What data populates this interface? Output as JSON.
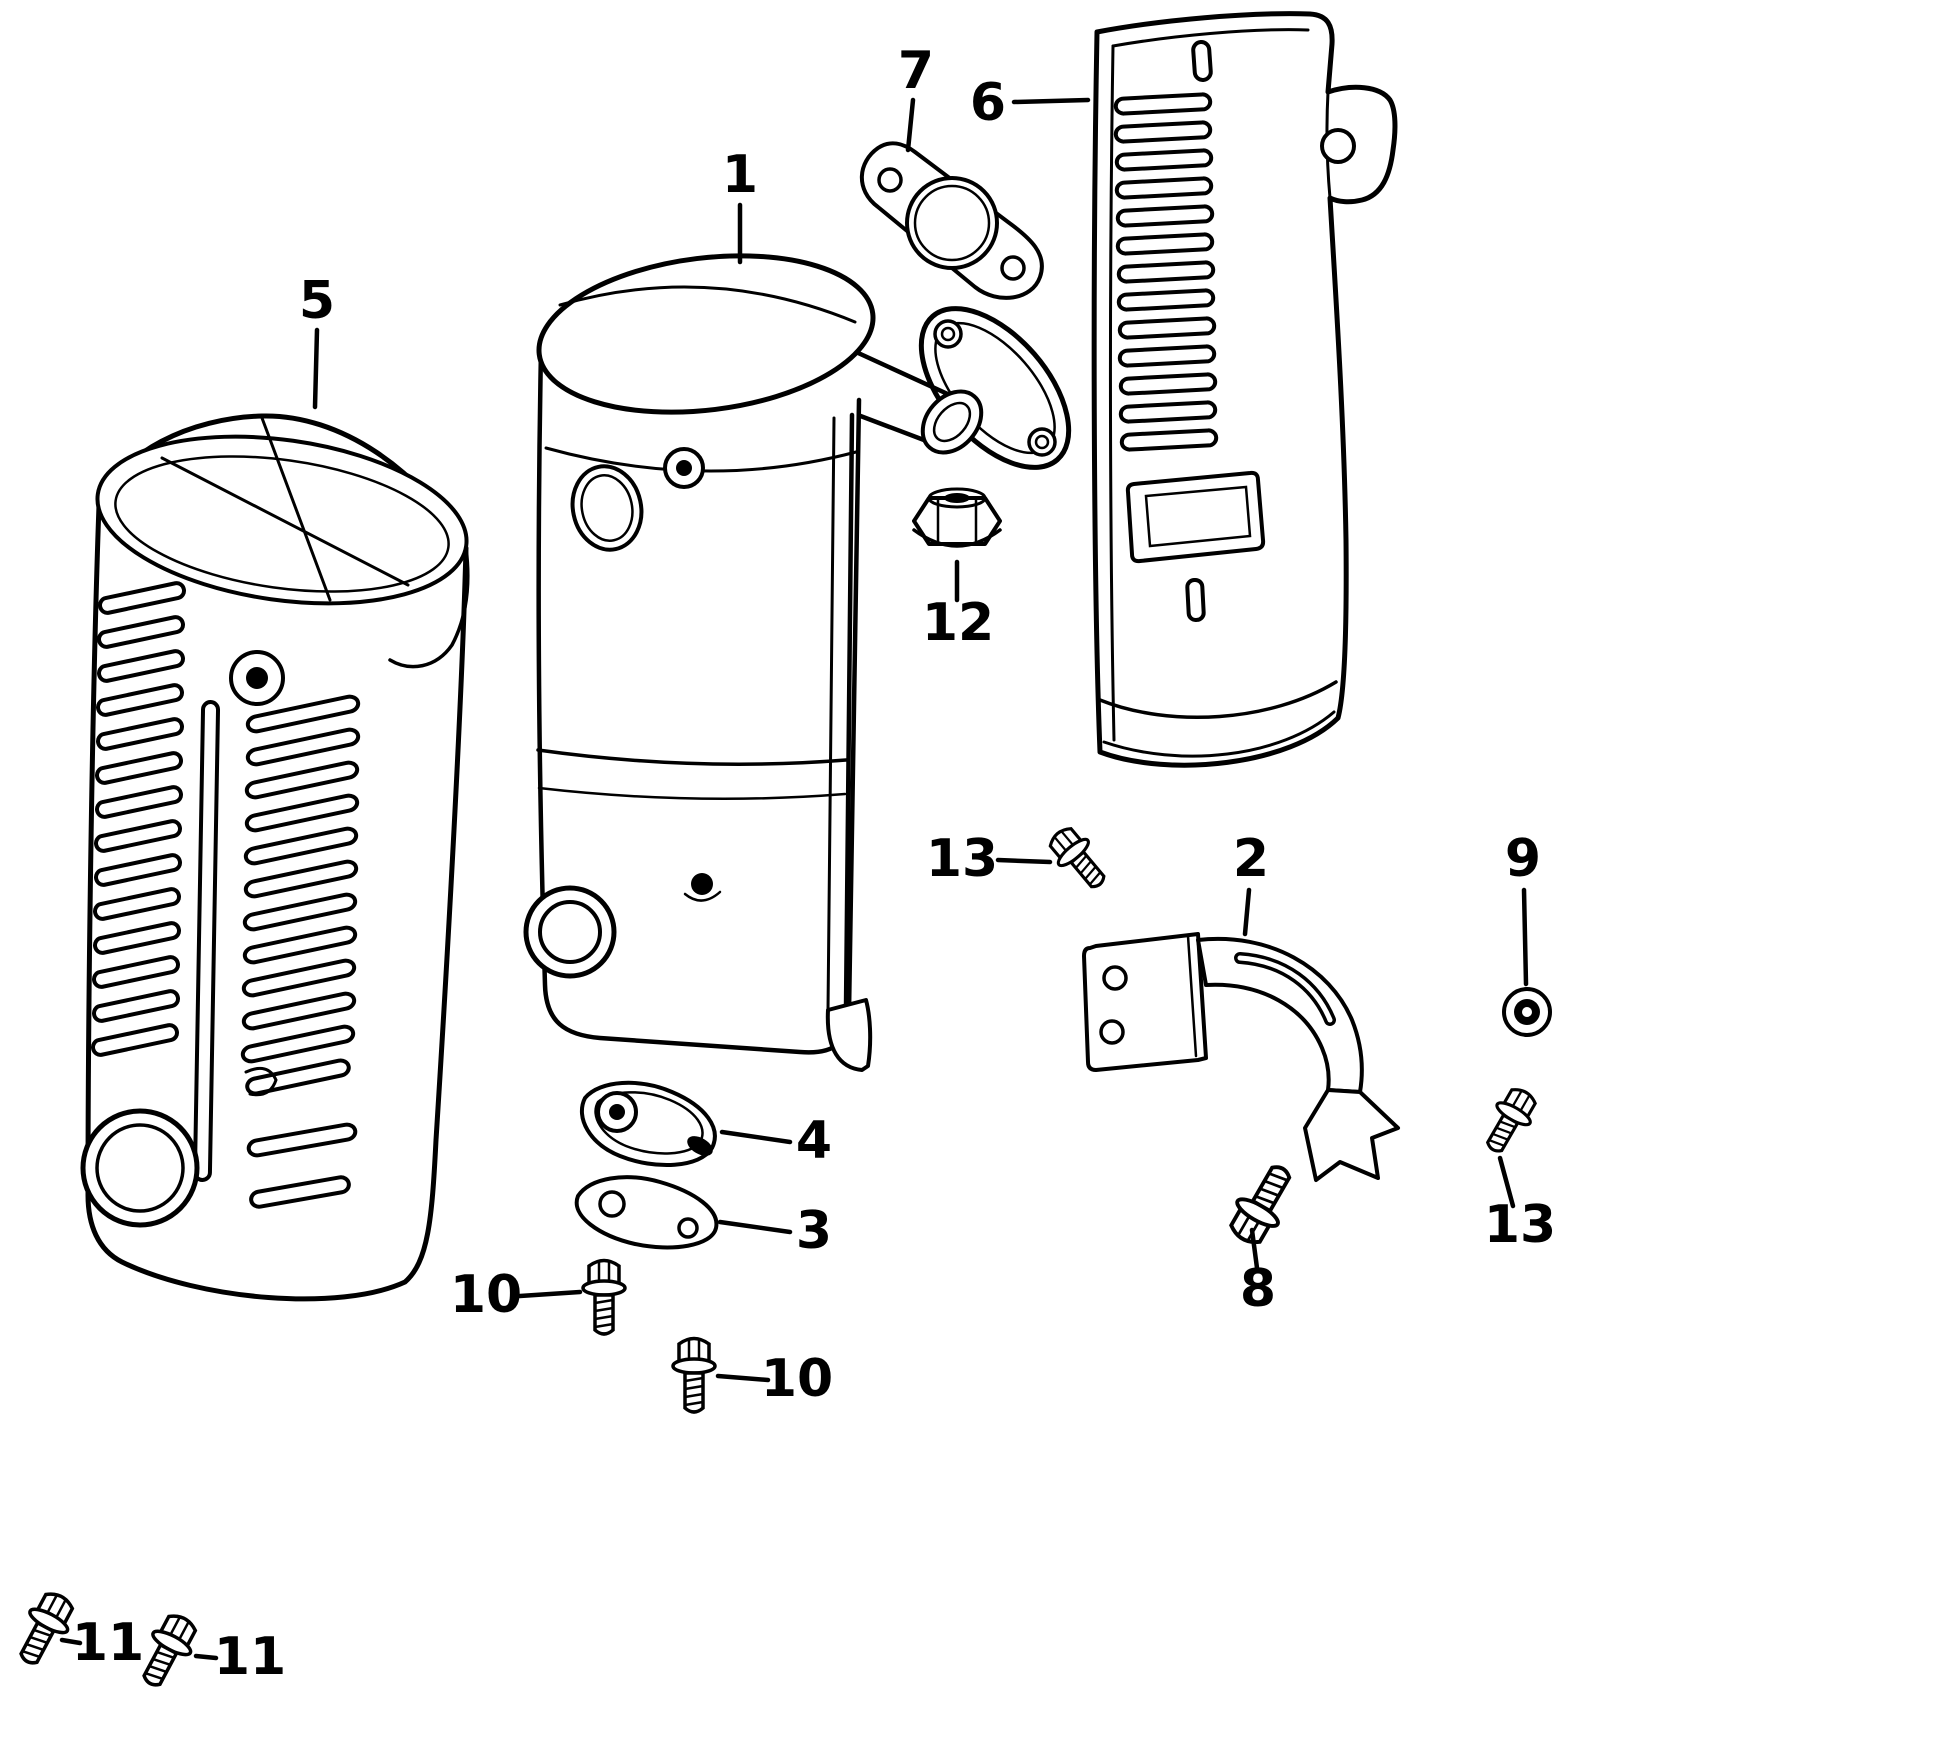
{
  "diagram": {
    "type": "exploded-parts-diagram",
    "subject": "muffler-exhaust-assembly",
    "colors": {
      "ink": "#000000",
      "paper": "#ffffff"
    },
    "callouts": {
      "c1": "1",
      "c2": "2",
      "c3": "3",
      "c4": "4",
      "c5": "5",
      "c6": "6",
      "c7": "7",
      "c8": "8",
      "c9": "9",
      "c10a": "10",
      "c10b": "10",
      "c11a": "11",
      "c11b": "11",
      "c12": "12",
      "c13a": "13",
      "c13b": "13"
    }
  }
}
